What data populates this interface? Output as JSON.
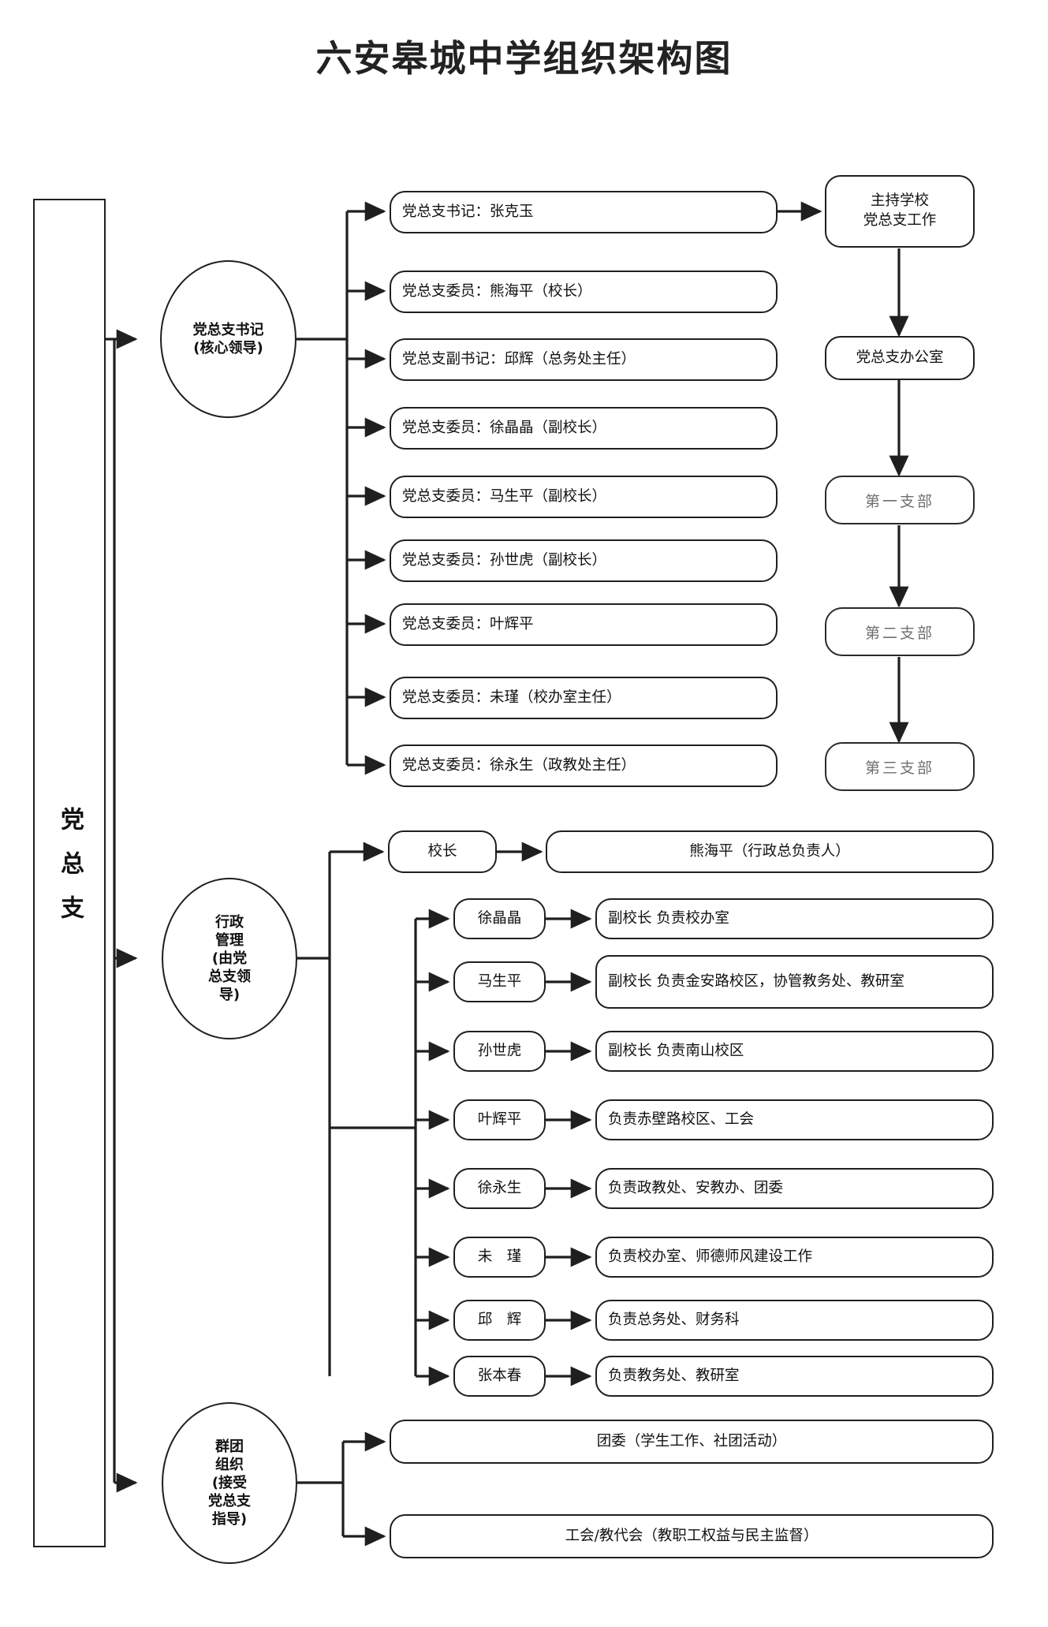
{
  "title": "六安皋城中学组织架构图",
  "spine": {
    "label": "党总支"
  },
  "groups": {
    "party": {
      "label": "党总支书记\n(核心领导)",
      "line1": "党总支书记",
      "line2": "(核心领导)"
    },
    "admin": {
      "line1": "行政",
      "line2": "管理",
      "line3": "(由党",
      "line4": "总支领",
      "line5": "导)"
    },
    "mass": {
      "line1": "群团",
      "line2": "组织",
      "line3": "(接受",
      "line4": "党总支",
      "line5": "指导)"
    }
  },
  "party_members": [
    {
      "text": "党总支书记：张克玉"
    },
    {
      "text": "党总支委员：熊海平（校长）"
    },
    {
      "text": "党总支副书记：邱辉（总务处主任）"
    },
    {
      "text": "党总支委员：徐晶晶（副校长）"
    },
    {
      "text": "党总支委员：马生平（副校长）"
    },
    {
      "text": "党总支委员：孙世虎（副校长）"
    },
    {
      "text": "党总支委员：叶辉平"
    },
    {
      "text": "党总支委员：未瑾（校办室主任）"
    },
    {
      "text": "党总支委员：徐永生（政教处主任）"
    }
  ],
  "party_right": [
    {
      "name": "duty",
      "line1": "主持学校",
      "line2": "党总支工作"
    },
    {
      "name": "office",
      "line1": "党总支办公室",
      "line2": ""
    }
  ],
  "branches": [
    {
      "text": "第一支部"
    },
    {
      "text": "第二支部"
    },
    {
      "text": "第三支部"
    }
  ],
  "principal": {
    "role": "校长",
    "detail": "熊海平（行政总负责人）"
  },
  "admin_rows": [
    {
      "person": "徐晶晶",
      "duty": "副校长 负责校办室"
    },
    {
      "person": "马生平",
      "duty": "副校长 负责金安路校区，协管教务处、教研室"
    },
    {
      "person": "孙世虎",
      "duty": "副校长 负责南山校区"
    },
    {
      "person": "叶辉平",
      "duty": "负责赤壁路校区、工会"
    },
    {
      "person": "徐永生",
      "duty": "负责政教处、安教办、团委"
    },
    {
      "person": "未　瑾",
      "duty": "负责校办室、师德师风建设工作"
    },
    {
      "person": "邱　辉",
      "duty": "负责总务处、财务科"
    },
    {
      "person": "张本春",
      "duty": "负责教务处、教研室"
    }
  ],
  "mass_rows": [
    {
      "text": "团委（学生工作、社团活动）"
    },
    {
      "text": "工会/教代会（教职工权益与民主监督）"
    }
  ],
  "colors": {
    "stroke": "#1f1f1f",
    "text": "#111111",
    "muted": "#6f6f6f",
    "bg": "#ffffff"
  }
}
